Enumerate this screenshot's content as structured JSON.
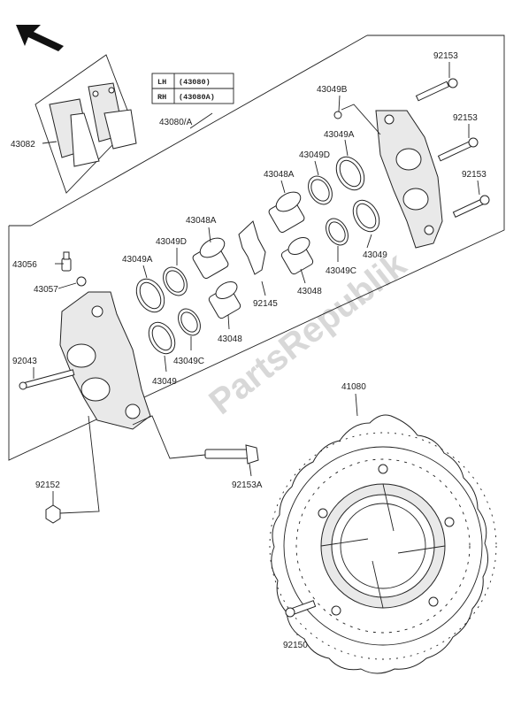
{
  "watermark": "PartsRepublik",
  "legend": {
    "rows": [
      {
        "side": "LH",
        "code": "(43080)"
      },
      {
        "side": "RH",
        "code": "(43080A)"
      }
    ]
  },
  "labels": {
    "l43082": "43082",
    "l43080a": "43080/A",
    "l43049b": "43049B",
    "l92153_1": "92153",
    "l92153_2": "92153",
    "l92153_3": "92153",
    "l43049a_1": "43049A",
    "l43049d_1": "43049D",
    "l43048a_1": "43048A",
    "l43048a_2": "43048A",
    "l43049d_2": "43049D",
    "l43049a_2": "43049A",
    "l43049_1": "43049",
    "l43049c_1": "43049C",
    "l43048_1": "43048",
    "l92145": "92145",
    "l43048_2": "43048",
    "l43049c_2": "43049C",
    "l43049_2": "43049",
    "l43056": "43056",
    "l43057": "43057",
    "l92043": "92043",
    "l41080": "41080",
    "l92152": "92152",
    "l92153a": "92153A",
    "l92150": "92150"
  }
}
